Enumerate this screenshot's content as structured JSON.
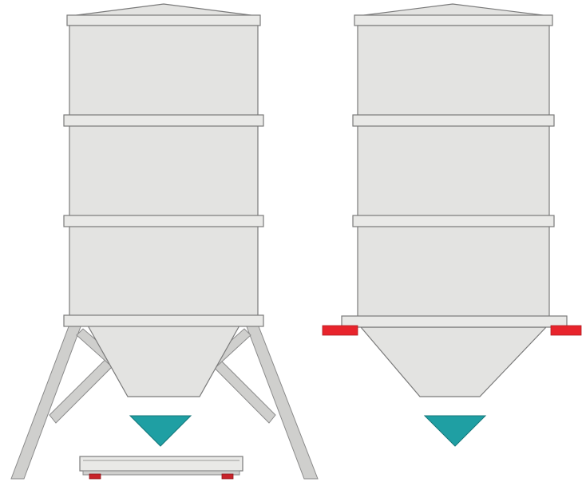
{
  "colors": {
    "background": "#ffffff",
    "silo_fill": "#e3e3e1",
    "ring_fill": "#e9e9e7",
    "outline": "#7a7a7a",
    "legs_fill": "#cfcfcd",
    "flow_indicator": "#1f9fa3",
    "load_cell": "#e8242c",
    "scale_feet": "#c8232a"
  },
  "views": [
    {
      "name": "left",
      "description_label": "",
      "components": [
        "roof",
        "silo-body",
        "band-rings",
        "support-frame",
        "hopper",
        "flow-indicator",
        "floor-scale"
      ]
    },
    {
      "name": "right",
      "description_label": "",
      "components": [
        "roof",
        "silo-body",
        "band-rings",
        "support-flange",
        "load-cells",
        "hopper",
        "flow-indicator"
      ]
    }
  ]
}
